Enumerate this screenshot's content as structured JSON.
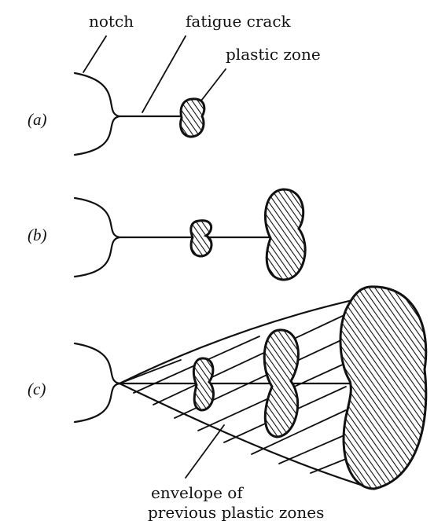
{
  "labels": {
    "notch": "notch",
    "fatigue_crack": "fatigue crack",
    "plastic_zone": "plastic zone",
    "envelope_line1": "envelope of",
    "envelope_line2": "previous plastic zones"
  },
  "panels": {
    "a": "(a)",
    "b": "(b)",
    "c": "(c)"
  }
}
